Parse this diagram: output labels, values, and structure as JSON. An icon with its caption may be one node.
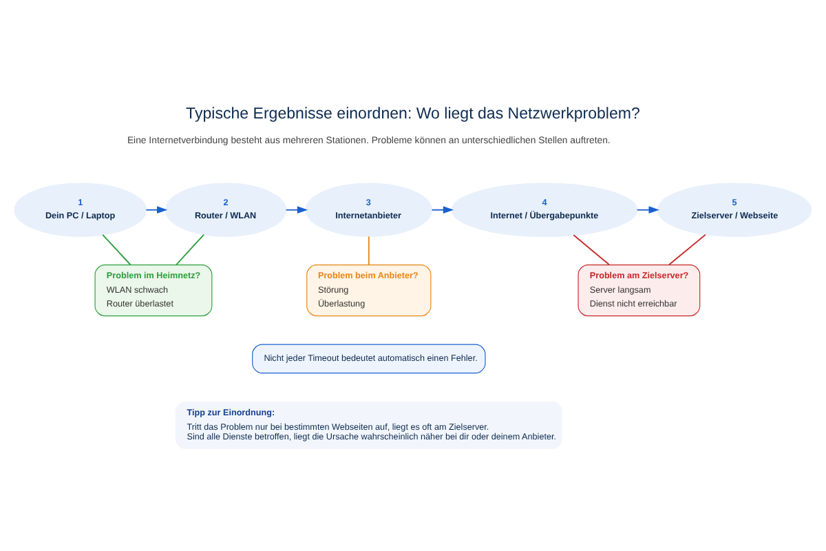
{
  "diagram": {
    "title": "Typische Ergebnisse einordnen: Wo liegt das Netzwerkproblem?",
    "nodes": [
      {
        "text": [
          "1",
          "Dein PC / Laptop"
        ]
      },
      {
        "text": [
          "2",
          "Router / WLAN"
        ]
      },
      {
        "text": [
          "3",
          "Internetanbieter"
        ]
      },
      {
        "text": [
          "4",
          "Internet / Übergabepunkte"
        ]
      },
      {
        "text": [
          "5",
          "Zielserver / Webseite"
        ]
      },
      {
        "text": [
          "Problem im Heimnetz?",
          "WLAN schwach",
          "Router überlastet"
        ]
      },
      {
        "text": [
          "Problem beim Anbieter?",
          "Störung",
          "Überlastung"
        ]
      },
      {
        "text": [
          "Problem am Zielserver?",
          "Server langsam",
          "Dienst nicht erreichbar"
        ]
      },
      {
        "text": [
          "Nicht jeder Timeout bedeutet automatisch einen Fehler."
        ]
      },
      {
        "text": [
          "Tipp zur Einordnung:",
          "Tritt das Problem nur bei bestimmten Webseiten auf, liegt es oft am Zielserver. Sind alle Dienste betroffen, liegt die Ursache wahrscheinlich näher bei dir oder deinem Anbieter."
        ]
      }
    ],
    "edges": [
      {
        "from": 0,
        "to": 1,
        "arrow": "to",
        "color": "#1a5fd0"
      },
      {
        "from": 1,
        "to": 2,
        "arrow": "to",
        "color": "#1a5fd0"
      },
      {
        "from": 2,
        "to": 3,
        "arrow": "to",
        "color": "#1a5fd0"
      },
      {
        "from": 3,
        "to": 4,
        "arrow": "to",
        "color": "#1a5fd0"
      },
      {
        "from": 0,
        "to": 5,
        "arrow": "none",
        "color": "#2e9e3e"
      },
      {
        "from": 1,
        "to": 5,
        "arrow": "none",
        "color": "#2e9e3e"
      },
      {
        "from": 2,
        "to": 6,
        "arrow": "none",
        "color": "#e8861a"
      },
      {
        "from": 3,
        "to": 7,
        "arrow": "none",
        "color": "#c62828"
      },
      {
        "from": 4,
        "to": 7,
        "arrow": "none",
        "color": "#c62828"
      }
    ],
    "labels": [
      "Eine Internetverbindung besteht aus mehreren Stationen. Probleme können an unterschiedlichen Stellen auftreten."
    ]
  }
}
